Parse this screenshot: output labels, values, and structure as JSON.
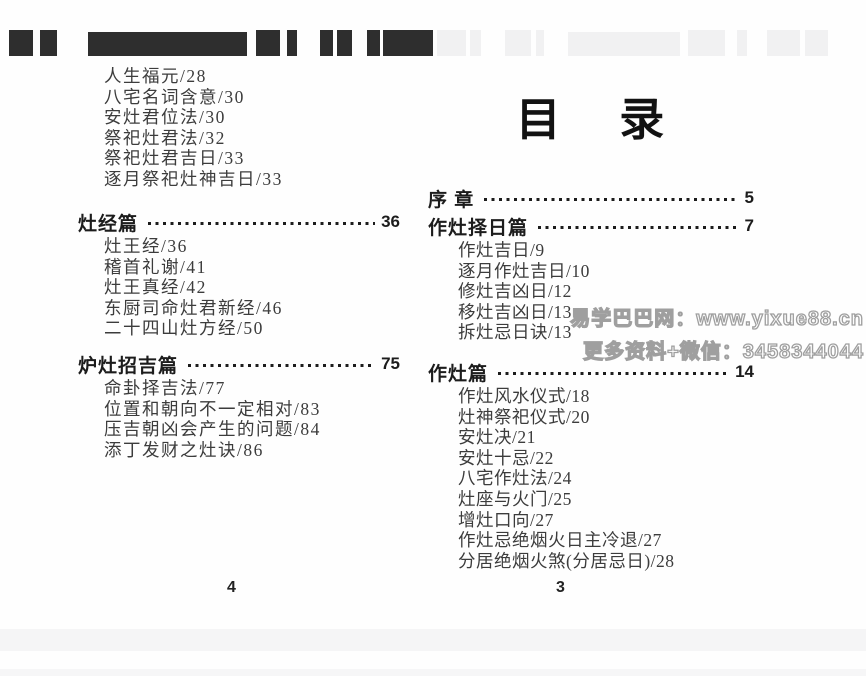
{
  "document": {
    "left_page": {
      "intro_items": [
        "人生福元/28",
        "八宅名词含意/30",
        "安灶君位法/30",
        "祭祀灶君法/32",
        "祭祀灶君吉日/33",
        "逐月祭祀灶神吉日/33"
      ],
      "sections": [
        {
          "title": "灶经篇",
          "page": "36",
          "items": [
            "灶王经/36",
            "稽首礼谢/41",
            "灶王真经/42",
            "东厨司命灶君新经/46",
            "二十四山灶方经/50"
          ]
        },
        {
          "title": "炉灶招吉篇",
          "page": "75",
          "items": [
            "命卦择吉法/77",
            "位置和朝向不一定相对/83",
            "压吉朝凶会产生的问题/84",
            "添丁发财之灶诀/86"
          ]
        }
      ],
      "page_number": "4"
    },
    "right_page": {
      "title": "目 录",
      "sections": [
        {
          "title": "序 章",
          "page": "5",
          "items": []
        },
        {
          "title": "作灶择日篇",
          "page": "7",
          "items": [
            "作灶吉日/9",
            "逐月作灶吉日/10",
            "修灶吉凶日/12",
            "移灶吉凶日/13",
            "拆灶忌日诀/13"
          ]
        },
        {
          "title": "作灶篇",
          "page": "14",
          "items": [
            "作灶风水仪式/18",
            "灶神祭祀仪式/20",
            "安灶决/21",
            "安灶十忌/22",
            "八宅作灶法/24",
            "灶座与火门/25",
            "增灶口向/27",
            "作灶忌绝烟火日主冷退/27",
            "分居绝烟火煞(分居忌日)/28"
          ]
        }
      ],
      "page_number": "3"
    }
  },
  "watermark": {
    "line1": "易学巴巴网：www.yixue88.cn",
    "line2": "更多资料+微信：3458344044"
  }
}
